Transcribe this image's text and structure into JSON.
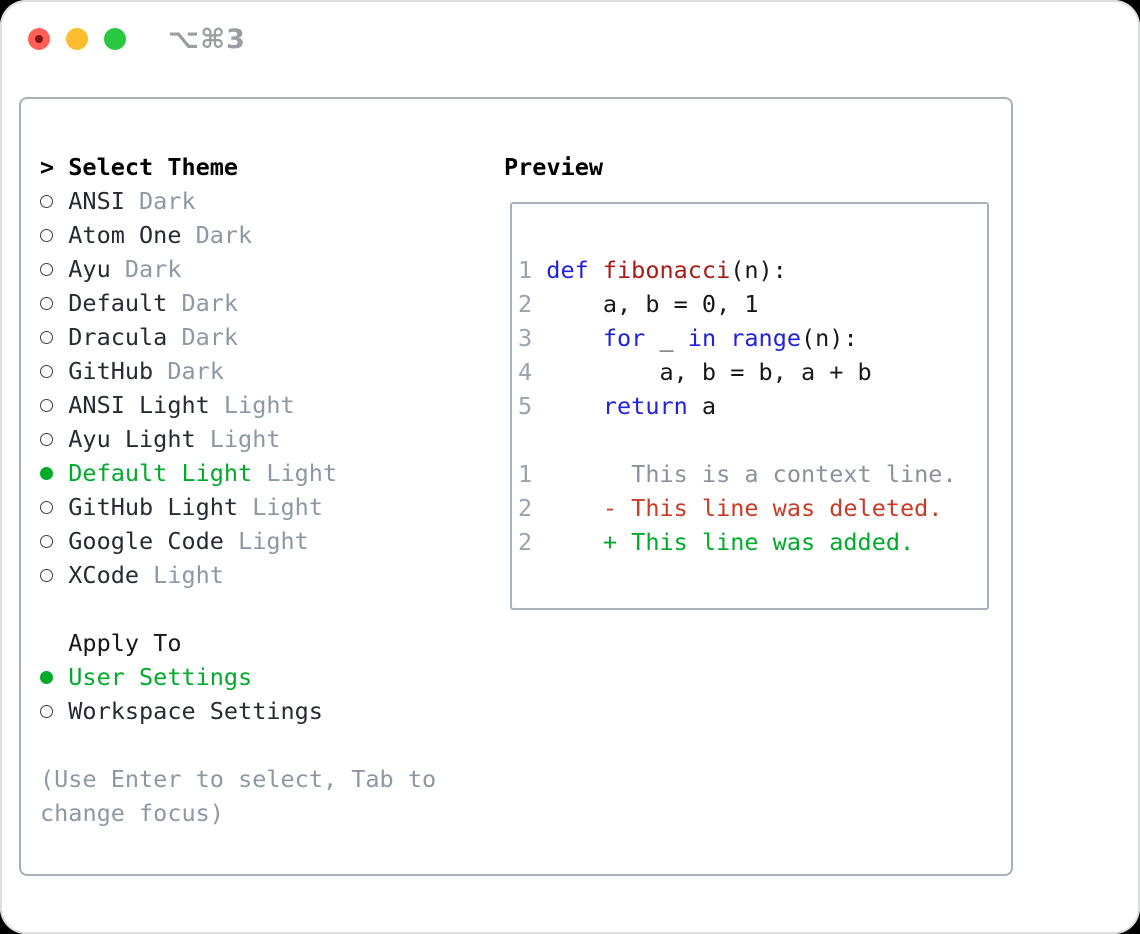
{
  "window": {
    "title": "⌥⌘3"
  },
  "colors": {
    "accent_green": "#00ab2b",
    "deleted_red": "#c93a27",
    "keyword_blue": "#2222dd",
    "function_red": "#a81a16",
    "muted_gray": "#8d98a4",
    "line_number_gray": "#9aa3ad",
    "border_gray": "#a8b0ba",
    "text_black": "#16181c",
    "titlebar_gray": "#9a9ea3",
    "traffic_red": "#ff5f57",
    "traffic_yellow": "#febc2e",
    "traffic_green": "#28c840"
  },
  "theme_list": {
    "prompt": ">",
    "title": "Select Theme",
    "items": [
      {
        "name": "ANSI",
        "variant": "Dark",
        "selected": false
      },
      {
        "name": "Atom One",
        "variant": "Dark",
        "selected": false
      },
      {
        "name": "Ayu",
        "variant": "Dark",
        "selected": false
      },
      {
        "name": "Default",
        "variant": "Dark",
        "selected": false
      },
      {
        "name": "Dracula",
        "variant": "Dark",
        "selected": false
      },
      {
        "name": "GitHub",
        "variant": "Dark",
        "selected": false
      },
      {
        "name": "ANSI Light",
        "variant": "Light",
        "selected": false
      },
      {
        "name": "Ayu Light",
        "variant": "Light",
        "selected": false
      },
      {
        "name": "Default Light",
        "variant": "Light",
        "selected": true
      },
      {
        "name": "GitHub Light",
        "variant": "Light",
        "selected": false
      },
      {
        "name": "Google Code",
        "variant": "Light",
        "selected": false
      },
      {
        "name": "XCode",
        "variant": "Light",
        "selected": false
      }
    ]
  },
  "apply_to": {
    "title": "Apply To",
    "options": [
      {
        "label": "User Settings",
        "selected": true
      },
      {
        "label": "Workspace Settings",
        "selected": false
      }
    ]
  },
  "hint_lines": [
    "(Use Enter to select, Tab to",
    "change focus)"
  ],
  "preview": {
    "title": "Preview",
    "lines": [
      {
        "parts": [
          {
            "t": "1 ",
            "c": "ln"
          },
          {
            "t": "def ",
            "c": "kw"
          },
          {
            "t": "fibonacci",
            "c": "fn"
          },
          {
            "t": "(n):"
          }
        ]
      },
      {
        "parts": [
          {
            "t": "2 ",
            "c": "ln"
          },
          {
            "t": "    a, b = 0, 1"
          }
        ]
      },
      {
        "parts": [
          {
            "t": "3 ",
            "c": "ln"
          },
          {
            "t": "    "
          },
          {
            "t": "for",
            "c": "kw"
          },
          {
            "t": " _ "
          },
          {
            "t": "in",
            "c": "kw"
          },
          {
            "t": " "
          },
          {
            "t": "range",
            "c": "kw"
          },
          {
            "t": "(n):"
          }
        ]
      },
      {
        "parts": [
          {
            "t": "4 ",
            "c": "ln"
          },
          {
            "t": "        a, b = b, a + b"
          }
        ]
      },
      {
        "parts": [
          {
            "t": "5 ",
            "c": "ln"
          },
          {
            "t": "    "
          },
          {
            "t": "return",
            "c": "kw"
          },
          {
            "t": " a"
          }
        ]
      },
      {
        "parts": []
      },
      {
        "parts": [
          {
            "t": "1 ",
            "c": "ln"
          },
          {
            "t": "      This is a context line.",
            "c": "ctx"
          }
        ]
      },
      {
        "parts": [
          {
            "t": "2 ",
            "c": "ln"
          },
          {
            "t": "    - This line was deleted.",
            "c": "del"
          }
        ]
      },
      {
        "parts": [
          {
            "t": "2 ",
            "c": "ln"
          },
          {
            "t": "    + This line was added.",
            "c": "add"
          }
        ]
      }
    ]
  }
}
